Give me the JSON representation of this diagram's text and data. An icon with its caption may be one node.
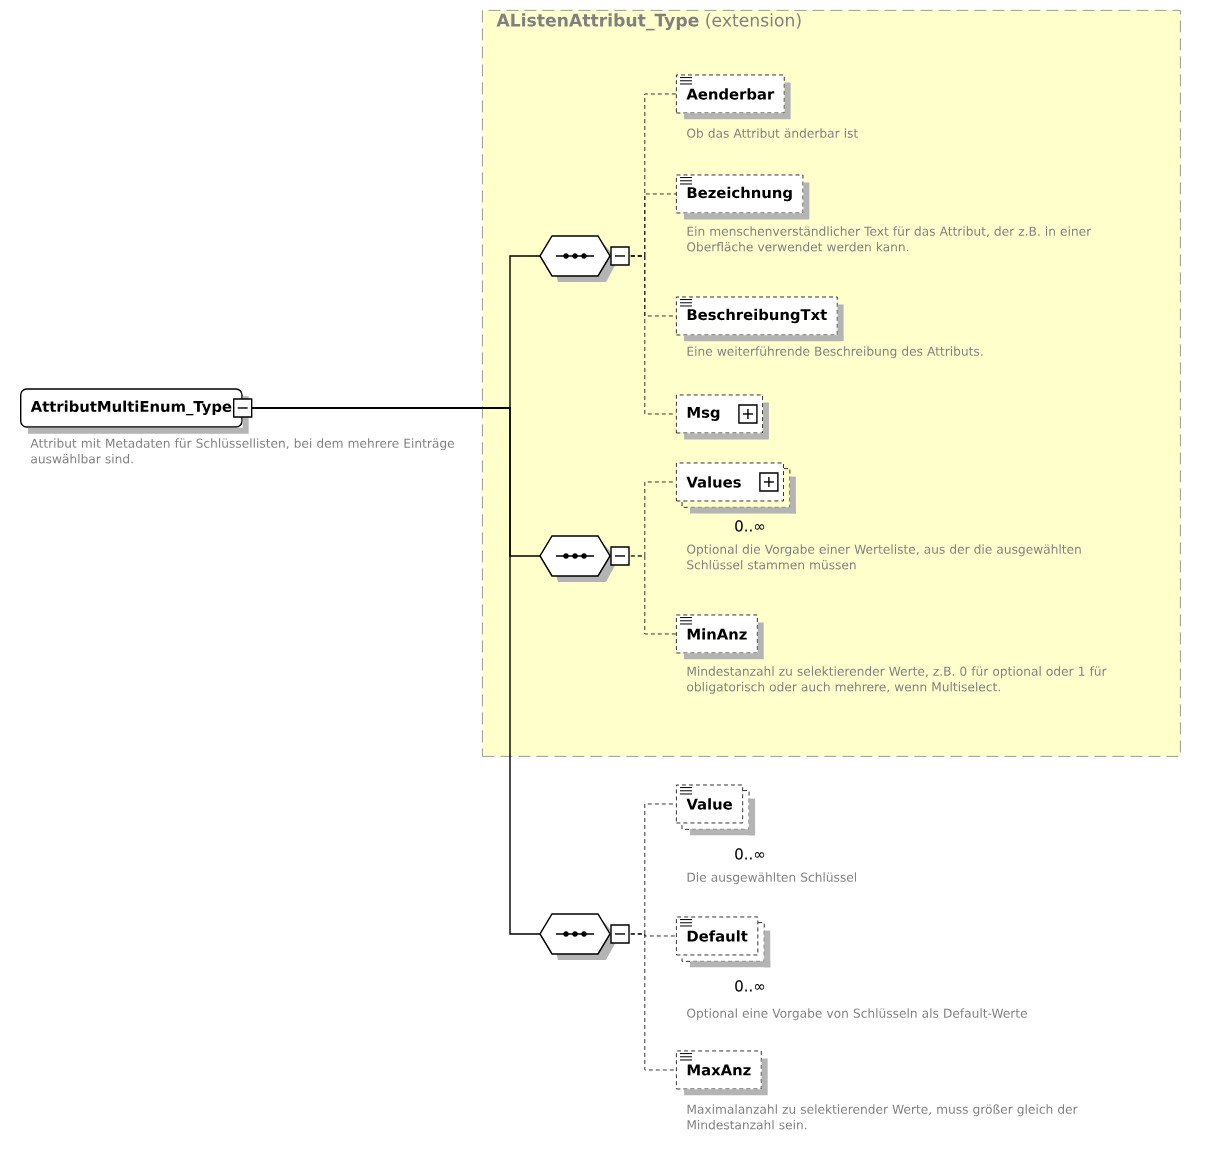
{
  "diagram": {
    "nodes": [
      {
        "text": [
          "AttributMultiEnum_Type"
        ],
        "beside": [
          "Attribut mit Metadaten für Schlüssellisten, bei dem mehrere Einträge auswählbar sind."
        ]
      },
      {
        "text": [
          "**AListenAttribut_Type** (extension)"
        ]
      },
      {
        "text": [],
        "shape": "octagon",
        "in": 1
      },
      {
        "text": [
          "Aenderbar"
        ],
        "in": 1,
        "beside": [
          "Ob das Attribut änderbar ist"
        ]
      },
      {
        "text": [
          "Bezeichnung"
        ],
        "in": 1,
        "beside": [
          "Ein menschenverständlicher Text für das Attribut, der z.B. in einer Oberfläche verwendet werden kann."
        ]
      },
      {
        "text": [
          "BeschreibungTxt"
        ],
        "in": 1,
        "beside": [
          "Eine weiterführende Beschreibung des Attributs."
        ]
      },
      {
        "text": [
          "Msg"
        ],
        "in": 1
      },
      {
        "text": [],
        "shape": "octagon",
        "in": 1
      },
      {
        "text": [
          "Values"
        ],
        "in": 1,
        "beside": [
          "0..∞",
          "Optional die Vorgabe einer Werteliste, aus der die ausgewählten Schlüssel stammen müssen"
        ]
      },
      {
        "text": [
          "MinAnz"
        ],
        "in": 1,
        "beside": [
          "Mindestanzahl zu selektierender Werte, z.B. 0 für optional oder 1 für obligatorisch oder auch mehrere, wenn Multiselect."
        ]
      },
      {
        "text": [],
        "shape": "octagon"
      },
      {
        "text": [
          "Value"
        ],
        "beside": [
          "0..∞",
          "Die ausgewählten Schlüssel"
        ]
      },
      {
        "text": [
          "Default"
        ],
        "beside": [
          "0..∞",
          "Optional eine Vorgabe von Schlüsseln als Default-Werte"
        ]
      },
      {
        "text": [
          "MaxAnz"
        ],
        "beside": [
          "Maximalanzahl zu selektierender Werte, muss größer gleich der Mindestanzahl sein."
        ]
      }
    ],
    "edges": [
      {
        "from": 0,
        "to": 2,
        "arrow": "none"
      },
      {
        "from": 0,
        "to": 7,
        "arrow": "none"
      },
      {
        "from": 0,
        "to": 10,
        "arrow": "none"
      },
      {
        "from": 2,
        "to": 3,
        "arrow": "none",
        "style": "dashed"
      },
      {
        "from": 2,
        "to": 4,
        "arrow": "none",
        "style": "dashed"
      },
      {
        "from": 2,
        "to": 5,
        "arrow": "none",
        "style": "dashed"
      },
      {
        "from": 2,
        "to": 6,
        "arrow": "none",
        "style": "dashed"
      },
      {
        "from": 7,
        "to": 8,
        "arrow": "none",
        "style": "dashed"
      },
      {
        "from": 7,
        "to": 9,
        "arrow": "none",
        "style": "dashed"
      },
      {
        "from": 10,
        "to": 11,
        "arrow": "none",
        "style": "dashed"
      },
      {
        "from": 10,
        "to": 12,
        "arrow": "none",
        "style": "dashed"
      },
      {
        "from": 10,
        "to": 13,
        "arrow": "none",
        "style": "dashed"
      }
    ]
  }
}
